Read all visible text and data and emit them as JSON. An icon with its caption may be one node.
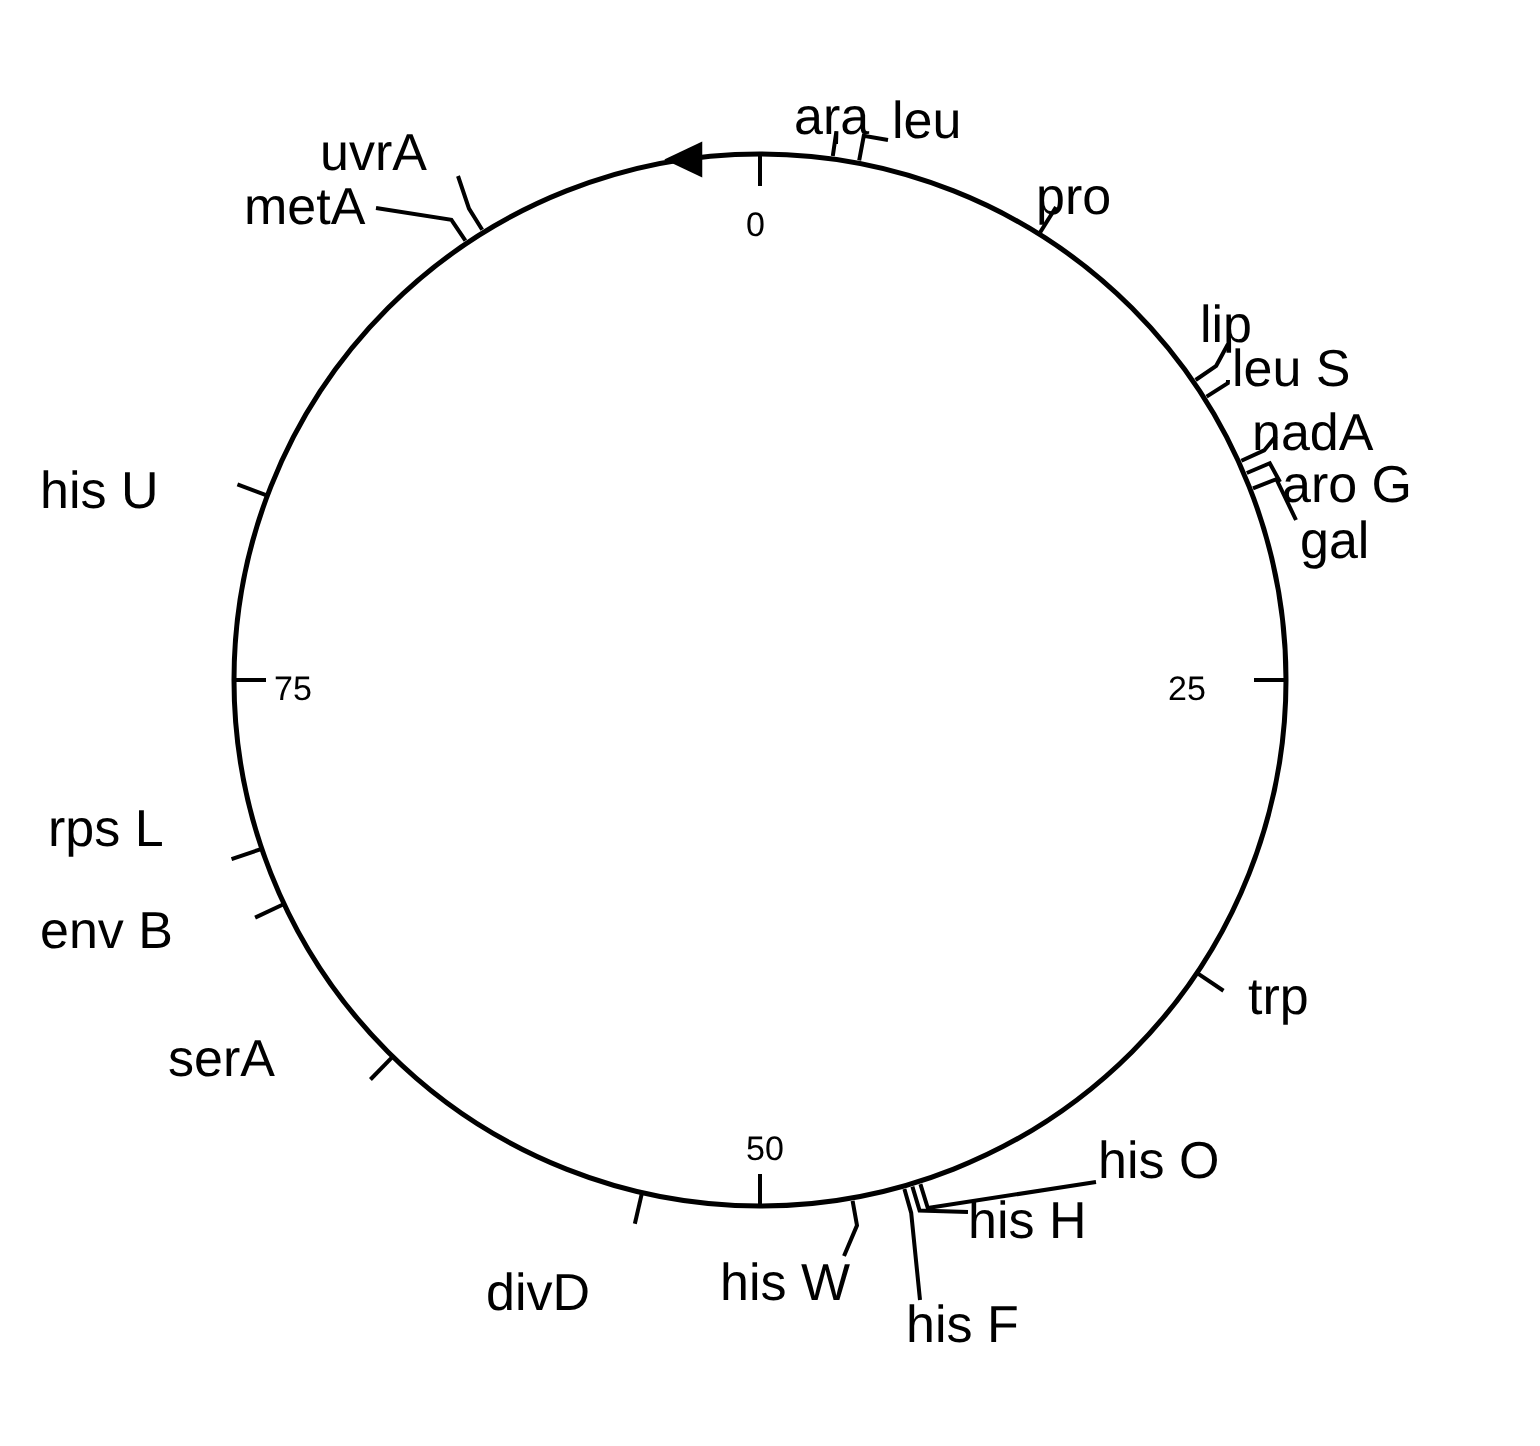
{
  "diagram": {
    "nodes": [
      {
        "text": [],
        "shape": "circle"
      },
      {
        "text": [
          "ara"
        ]
      },
      {
        "text": [
          "leu"
        ]
      },
      {
        "text": [
          "pro"
        ]
      },
      {
        "text": [
          "lip"
        ]
      },
      {
        "text": [
          "leu S"
        ]
      },
      {
        "text": [
          "nadA"
        ]
      },
      {
        "text": [
          "aro G"
        ]
      },
      {
        "text": [
          "gal"
        ]
      },
      {
        "text": [
          "trp"
        ]
      },
      {
        "text": [
          "his O"
        ]
      },
      {
        "text": [
          "his H"
        ]
      },
      {
        "text": [
          "his F"
        ]
      },
      {
        "text": [
          "his W"
        ]
      },
      {
        "text": [
          "divD"
        ]
      },
      {
        "text": [
          "serA"
        ]
      },
      {
        "text": [
          "env B"
        ]
      },
      {
        "text": [
          "rps L"
        ]
      },
      {
        "text": [
          "his U"
        ]
      },
      {
        "text": [
          "metA"
        ]
      },
      {
        "text": [
          "uvrA"
        ]
      }
    ],
    "edges": [
      {
        "from": 1,
        "to": 0,
        "arrow": "none"
      },
      {
        "from": 2,
        "to": 0,
        "arrow": "none"
      },
      {
        "from": 4,
        "to": 0,
        "arrow": "none"
      },
      {
        "from": 5,
        "to": 0,
        "arrow": "none"
      },
      {
        "from": 6,
        "to": 0,
        "arrow": "none"
      },
      {
        "from": 7,
        "to": 0,
        "arrow": "none"
      },
      {
        "from": 8,
        "to": 0,
        "arrow": "none"
      },
      {
        "from": 10,
        "to": 0,
        "arrow": "none"
      },
      {
        "from": 11,
        "to": 0,
        "arrow": "none"
      },
      {
        "from": 12,
        "to": 0,
        "arrow": "none"
      },
      {
        "from": 13,
        "to": 0,
        "arrow": "none"
      },
      {
        "from": 19,
        "to": 0,
        "arrow": "none"
      },
      {
        "from": 20,
        "to": 0,
        "arrow": "none"
      }
    ],
    "labels": [
      "0",
      "25",
      "50",
      "75"
    ]
  }
}
